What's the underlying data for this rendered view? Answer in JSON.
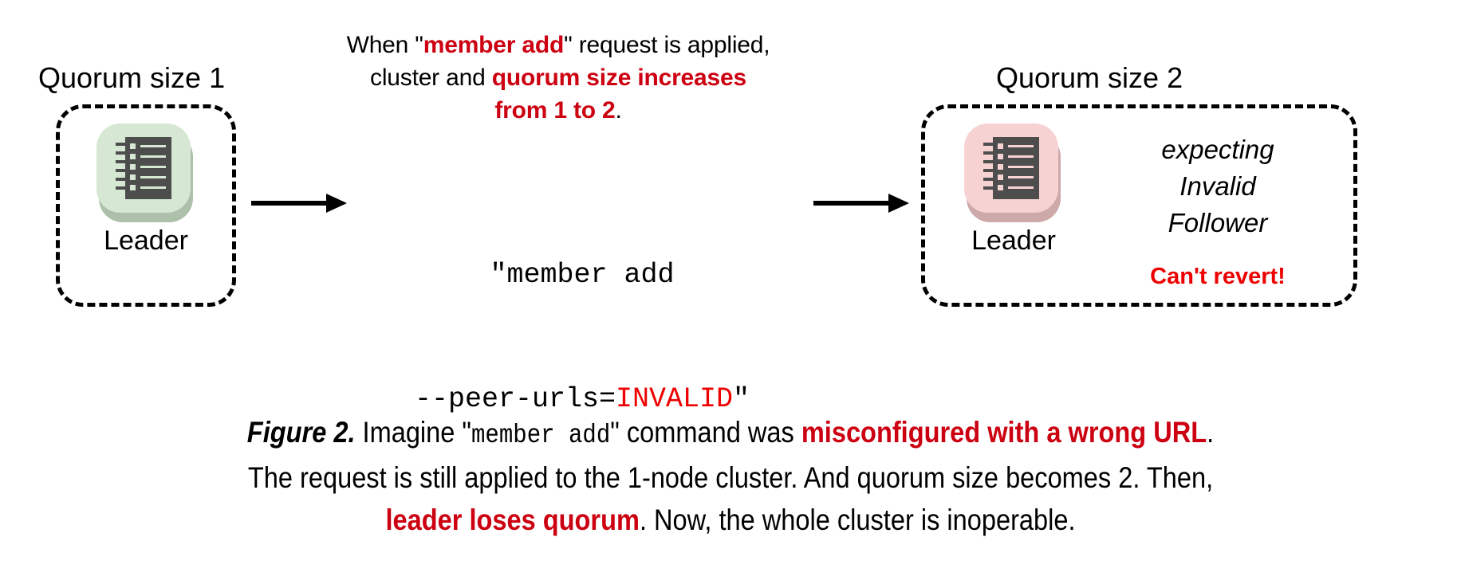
{
  "figure": {
    "top_note": {
      "line1_pre": "When \"",
      "line1_em": "member add",
      "line1_post": "\" request is applied,",
      "line2_pre": "cluster and ",
      "line2_em": "quorum size increases",
      "line3_em": "from 1 to 2",
      "line3_post": "."
    },
    "left_cluster": {
      "group_label": "Quorum size 1",
      "node_label": "Leader",
      "icon_name": "server-rack-icon",
      "icon_color": "#d6e8d3",
      "icon_shadow_color": "#adc0aa"
    },
    "right_cluster": {
      "group_label": "Quorum size 2",
      "node_label": "Leader",
      "icon_name": "server-rack-icon",
      "icon_color": "#f7d2d2",
      "icon_shadow_color": "#cda9a9",
      "expect_line1": "expecting",
      "expect_line2": "Invalid",
      "expect_line3": "Follower",
      "warning": "Can't revert!",
      "warning_color": "#ee0000"
    },
    "command": {
      "line1": "\"member add",
      "line2_pre": "--peer-urls=",
      "line2_invalid": "INVALID",
      "line2_post": "\"",
      "invalid_color": "#ee0000"
    },
    "arrows": {
      "arrow_1_name": "arrow-left-to-command",
      "arrow_2_name": "arrow-command-to-right"
    },
    "caption": {
      "fig_num": "Figure 2.",
      "seg1": " Imagine \"",
      "mono1": "member add",
      "seg2": "\" command was ",
      "em1": "misconfigured with a wrong URL",
      "seg3": ".",
      "seg4": "The request is still applied to the 1-node cluster. And quorum size becomes 2. Then,",
      "em2": "leader loses quorum",
      "seg5": ". Now, the whole cluster is inoperable."
    },
    "colors": {
      "accent_red": "#cc0010",
      "bright_red": "#ee0000",
      "icon_dark": "#4d4d4d",
      "background": "#ffffff"
    }
  }
}
